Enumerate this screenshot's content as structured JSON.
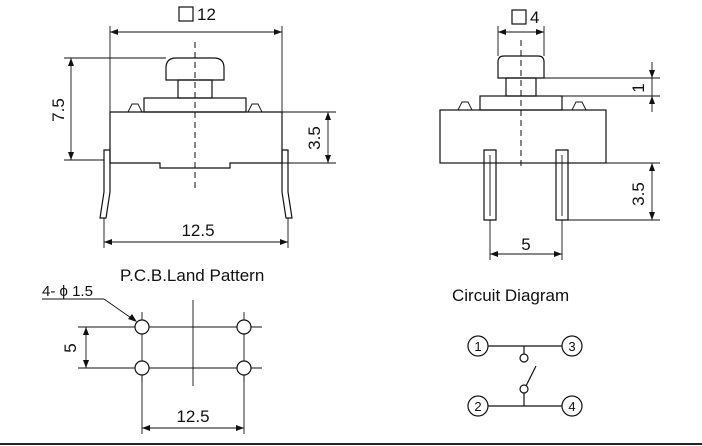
{
  "top_left_view": {
    "top_dim": "12",
    "height_dim": "7.5",
    "body_dim": "3.5",
    "bottom_dim": "12.5"
  },
  "top_right_view": {
    "top_dim": "4",
    "small_dim": "1",
    "lead_dim": "3.5",
    "bottom_dim": "5"
  },
  "pcb": {
    "title": "P.C.B.Land Pattern",
    "hole_label": "4- ϕ 1.5",
    "vertical_dim": "5",
    "horizontal_dim": "12.5"
  },
  "circuit": {
    "title": "Circuit Diagram",
    "pins": [
      "1",
      "3",
      "2",
      "4"
    ]
  }
}
